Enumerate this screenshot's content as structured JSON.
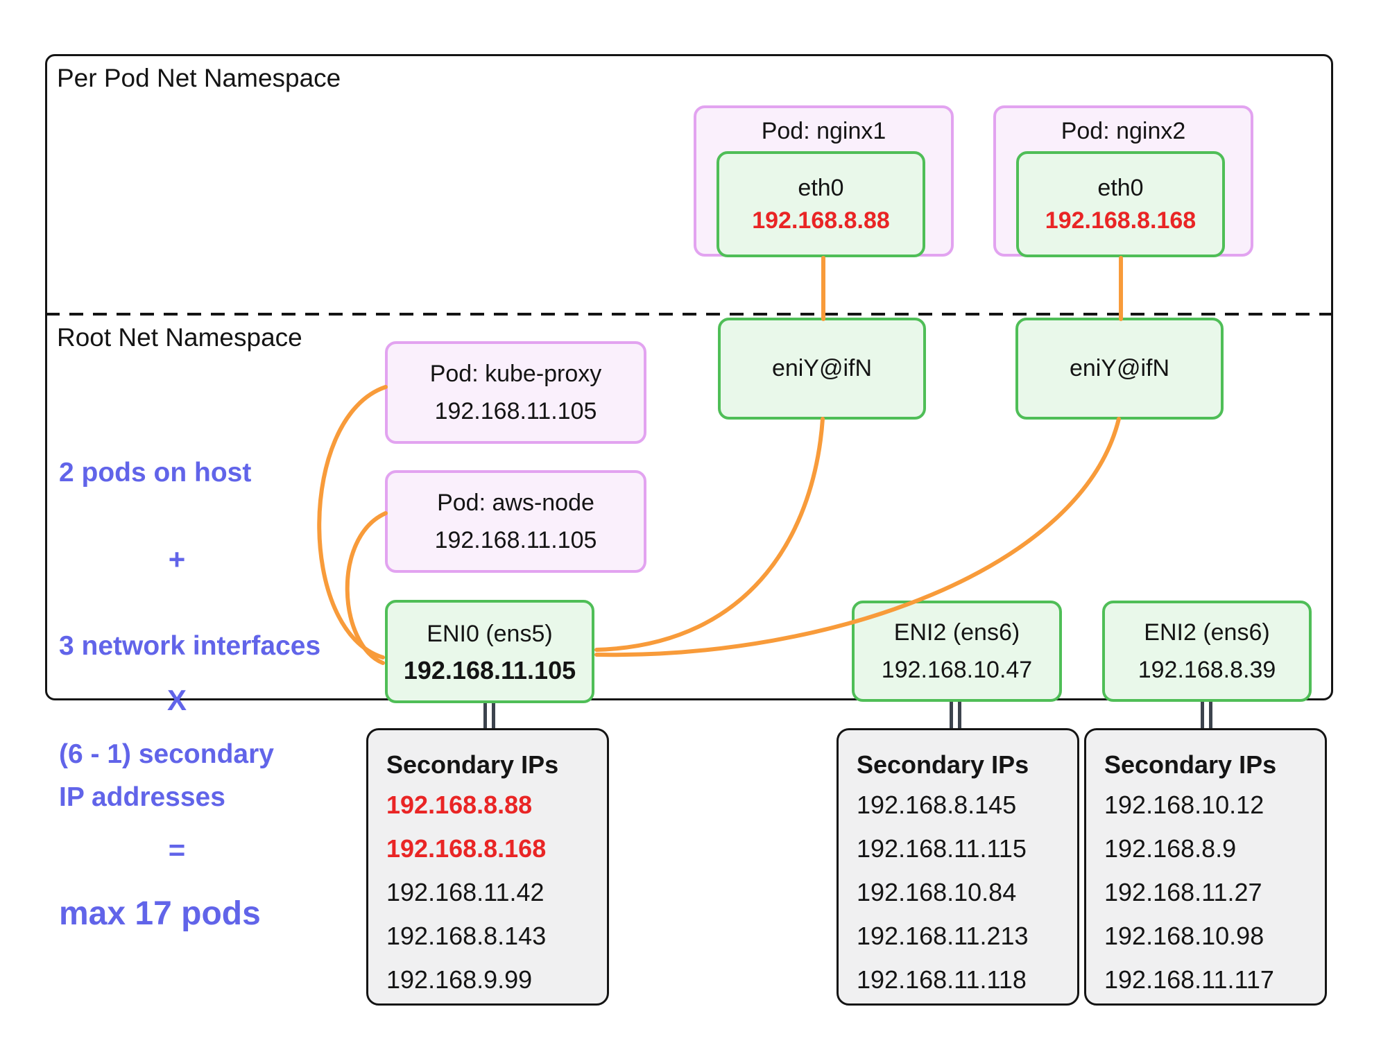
{
  "namespaces": {
    "per_pod": "Per Pod Net Namespace",
    "root": "Root Net Namespace"
  },
  "pods": {
    "nginx1": {
      "title": "Pod: nginx1",
      "iface": "eth0",
      "ip": "192.168.8.88"
    },
    "nginx2": {
      "title": "Pod: nginx2",
      "iface": "eth0",
      "ip": "192.168.8.168"
    },
    "kube_proxy": {
      "title": "Pod: kube-proxy",
      "ip": "192.168.11.105"
    },
    "aws_node": {
      "title": "Pod: aws-node",
      "ip": "192.168.11.105"
    }
  },
  "veth_interfaces": {
    "left": "eniY@ifN",
    "right": "eniY@ifN"
  },
  "enis": {
    "eni0": {
      "title": "ENI0 (ens5)",
      "ip": "192.168.11.105"
    },
    "eni2a": {
      "title": "ENI2 (ens6)",
      "ip": "192.168.10.47"
    },
    "eni2b": {
      "title": "ENI2 (ens6)",
      "ip": "192.168.8.39"
    }
  },
  "secondary_ips": [
    {
      "title": "Secondary IPs",
      "entries": [
        {
          "ip": "192.168.8.88",
          "in_use": true
        },
        {
          "ip": "192.168.8.168",
          "in_use": true
        },
        {
          "ip": "192.168.11.42",
          "in_use": false
        },
        {
          "ip": "192.168.8.143",
          "in_use": false
        },
        {
          "ip": "192.168.9.99",
          "in_use": false
        }
      ]
    },
    {
      "title": "Secondary IPs",
      "entries": [
        {
          "ip": "192.168.8.145",
          "in_use": false
        },
        {
          "ip": "192.168.11.115",
          "in_use": false
        },
        {
          "ip": "192.168.10.84",
          "in_use": false
        },
        {
          "ip": "192.168.11.213",
          "in_use": false
        },
        {
          "ip": "192.168.11.118",
          "in_use": false
        }
      ]
    },
    {
      "title": "Secondary IPs",
      "entries": [
        {
          "ip": "192.168.10.12",
          "in_use": false
        },
        {
          "ip": "192.168.8.9",
          "in_use": false
        },
        {
          "ip": "192.168.11.27",
          "in_use": false
        },
        {
          "ip": "192.168.10.98",
          "in_use": false
        },
        {
          "ip": "192.168.11.117",
          "in_use": false
        }
      ]
    }
  ],
  "calculation": {
    "line1": "2 pods on host",
    "operator1": "+",
    "line2": "3 network interfaces",
    "operator2": "X",
    "line3a": "(6 - 1) secondary",
    "line3b": "IP addresses",
    "operator3": "=",
    "result": "max 17 pods"
  },
  "colors": {
    "accent_purple": "#6164e9",
    "highlight_red": "#e92525",
    "green_border": "#4fbe57",
    "green_fill": "#e9f8ea",
    "pink_border": "#e2a3f0",
    "pink_fill": "#faf0fc",
    "orange_wire": "#f89b3a",
    "gray_fill": "#f0f0f1",
    "connector_dark": "#3d444e"
  }
}
